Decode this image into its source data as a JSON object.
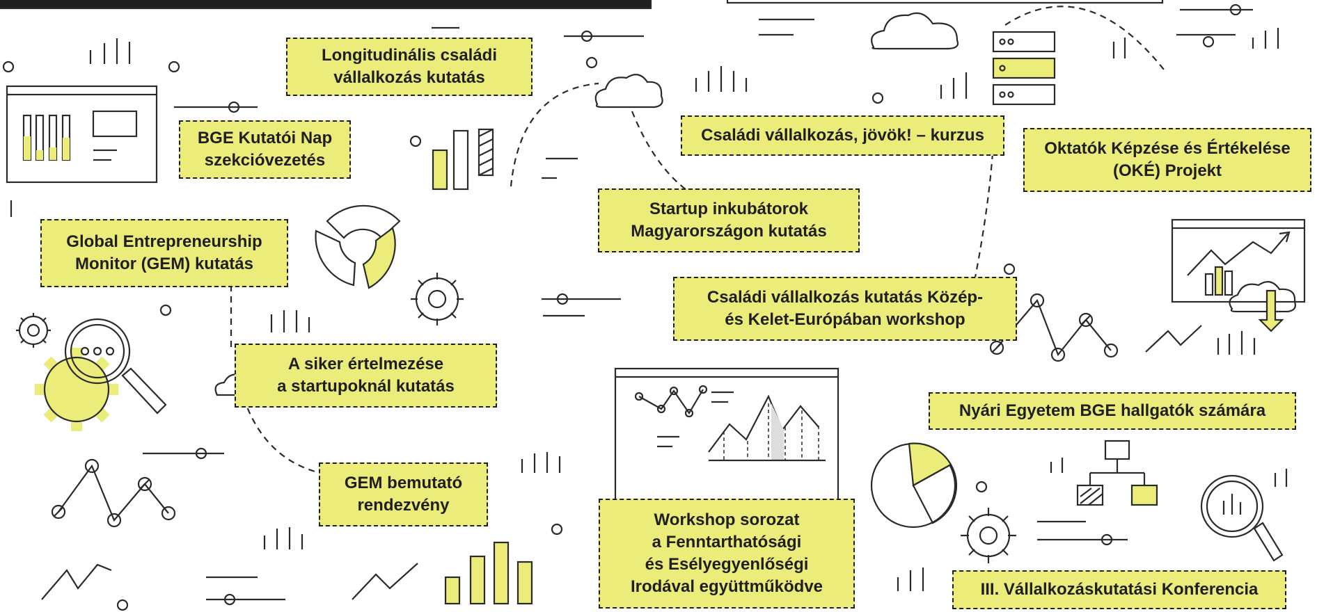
{
  "colors": {
    "accent": "#ecec7a",
    "ink": "#1f1f1f",
    "background": "#ffffff"
  },
  "labels": [
    {
      "id": "longitudinal",
      "text": "Longitudinális családi\nvállalkozás kutatás"
    },
    {
      "id": "bge-kutatoi-nap",
      "text": "BGE Kutatói Nap\nszekcióvezetés"
    },
    {
      "id": "gem",
      "text": "Global Entrepreneurship\nMonitor (GEM) kutatás"
    },
    {
      "id": "siker",
      "text": "A siker értelmezése\na startupoknál kutatás"
    },
    {
      "id": "gem-bemutato",
      "text": "GEM bemutató\nrendezvény"
    },
    {
      "id": "csaladi-kurzus",
      "text": "Családi vállalkozás, jövök! – kurzus"
    },
    {
      "id": "startup",
      "text": "Startup inkubátorok\nMagyarországon kutatás"
    },
    {
      "id": "cee-workshop",
      "text": "Családi vállalkozás kutatás Közép-\nés Kelet-Európában workshop"
    },
    {
      "id": "workshop-sorozat",
      "text": "Workshop sorozat\na Fenntarthatósági\nés Esélyegyenlőségi\nIrodával együttműködve"
    },
    {
      "id": "oke",
      "text": "Oktatók Képzése és Értékelése\n(OKÉ) Projekt"
    },
    {
      "id": "nyari",
      "text": "Nyári Egyetem BGE hallgatók számára"
    },
    {
      "id": "konferencia",
      "text": "III. Vállalkozáskutatási Konferencia"
    }
  ],
  "icons": [
    "browser-window-icon",
    "bar-chart-icon",
    "donut-chart-icon",
    "gear-icon",
    "magnifier-icon",
    "cloud-icon",
    "server-stack-icon",
    "line-chart-icon",
    "pie-chart-icon",
    "org-chart-icon",
    "trend-chart-icon"
  ]
}
